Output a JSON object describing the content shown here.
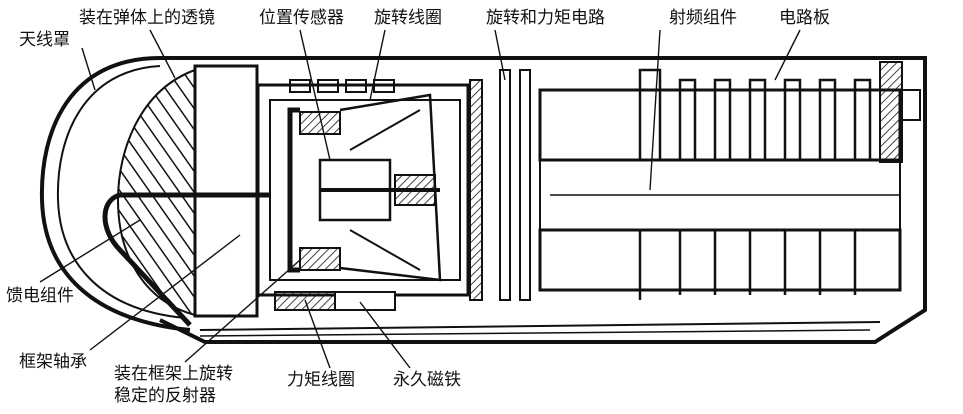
{
  "labels": {
    "radome": "天线罩",
    "lens_on_body": "装在弹体上的透镜",
    "position_sensor": "位置传感器",
    "rotating_coil": "旋转线圈",
    "rotate_torque_circuit": "旋转和力矩电路",
    "rf_assembly": "射频组件",
    "circuit_board": "电路板",
    "feed_assembly": "馈电组件",
    "gimbal_bearing": "框架轴承",
    "reflector_line1": "装在框架上旋转",
    "reflector_line2": "稳定的反射器",
    "torque_coil": "力矩线圈",
    "permanent_magnet": "永久磁铁"
  },
  "colors": {
    "ink": "#111111",
    "paper": "#ffffff"
  }
}
